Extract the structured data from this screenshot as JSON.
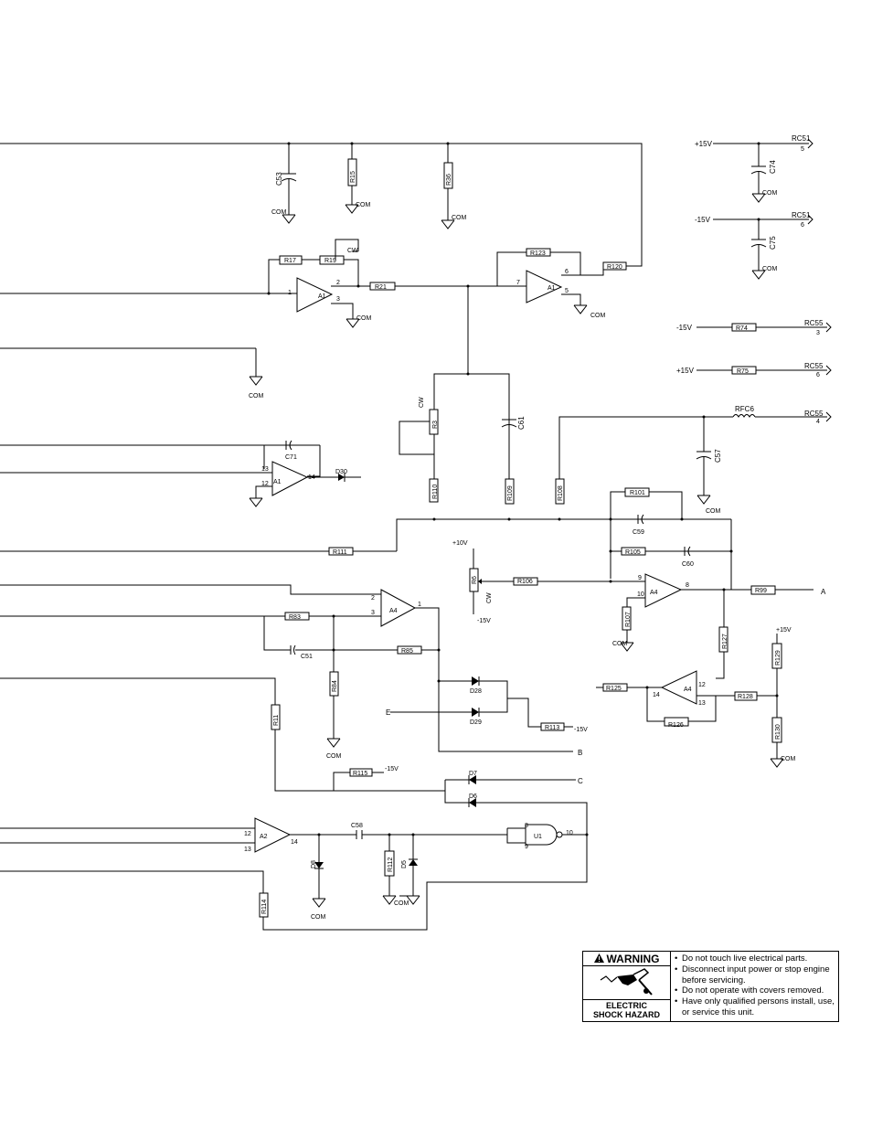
{
  "labels": {
    "p15v_rc51_5": "+15V",
    "rc51_a": "RC51",
    "rc51_pin5": "5",
    "c74": "C74",
    "com_c74": "COM",
    "m15v_rc51_6": "-15V",
    "rc51_b": "RC51",
    "rc51_pin6": "6",
    "c75": "C75",
    "com_c75": "COM",
    "m15v_r74": "-15V",
    "r74": "R74",
    "rc55_a": "RC55",
    "rc55_pin3": "3",
    "p15v_r75": "+15V",
    "r75": "R75",
    "rc55_b": "RC55",
    "rc55_pin6": "6",
    "rfc6": "RFC6",
    "rc55_c": "RC55",
    "rc55_pin4": "4",
    "c57": "C57",
    "com_c57": "COM",
    "c53": "C53",
    "com_c53": "COM",
    "r15": "R15",
    "com_r15": "COM",
    "r36": "R36",
    "com_r36": "COM",
    "r17": "R17",
    "r19": "R19",
    "cw_r19": "CW",
    "a1_top": "A1",
    "a1_pin1": "1",
    "a1_pin2": "2",
    "a1_pin3": "3",
    "com_a1": "COM",
    "r21": "R21",
    "r123": "R123",
    "r120": "R120",
    "a1b": "A1",
    "a1b_pin7": "7",
    "a1b_pin6": "6",
    "a1b_pin5": "5",
    "com_a1b": "COM",
    "com_left": "COM",
    "cw_r3": "CW",
    "r3": "R3",
    "c61": "C61",
    "r110": "R110",
    "r109": "R109",
    "r108": "R108",
    "c71": "C71",
    "a1c": "A1",
    "a1c_pin13": "13",
    "a1c_pin12": "12",
    "a1c_pin14": "14",
    "d30": "D30",
    "r111": "R111",
    "r101": "R101",
    "c59": "C59",
    "r105": "R105",
    "c60": "C60",
    "p10v": "+10V",
    "r6": "R6",
    "cw_r6": "CW",
    "m15v_r6": "-15V",
    "r106": "R106",
    "a4a": "A4",
    "a4a_pin9": "9",
    "a4a_pin10": "10",
    "a4a_pin8": "8",
    "r107": "R107",
    "com_r107": "COM",
    "r99": "R99",
    "out_a": "A",
    "a4b": "A4",
    "a4b_pin2": "2",
    "a4b_pin3": "3",
    "a4b_pin1": "1",
    "r83": "R83",
    "c51": "C51",
    "r85": "R85",
    "r84": "R84",
    "com_r84": "COM",
    "d28": "D28",
    "d29": "D29",
    "in_e": "E",
    "r113": "R113",
    "m15v_r113": "-15V",
    "out_b": "B",
    "r11": "R11",
    "r125": "R125",
    "a4c": "A4",
    "a4c_pin12": "12",
    "a4c_pin13": "13",
    "a4c_pin14": "14",
    "r126": "R126",
    "r127": "R127",
    "r128": "R128",
    "p15v_r129": "+15V",
    "r129": "R129",
    "r130": "R130",
    "com_r130": "COM",
    "r115": "R115",
    "m15v_r115": "-15V",
    "d7": "D7",
    "d6": "D6",
    "out_c": "C",
    "a2": "A2",
    "a2_pin12": "12",
    "a2_pin13": "13",
    "a2_pin14": "14",
    "c58": "C58",
    "u1": "U1",
    "u1_pin8": "8",
    "u1_pin9": "9",
    "u1_pin10": "10",
    "d8": "D8",
    "com_d8": "COM",
    "r112": "R112",
    "d5": "D5",
    "com_r112": "COM",
    "r114": "R114"
  },
  "warning": {
    "title": "WARNING",
    "hazard_line1": "ELECTRIC",
    "hazard_line2": "SHOCK HAZARD",
    "items": [
      "Do not touch live electrical parts.",
      "Disconnect input power or stop engine before servicing.",
      "Do not operate with covers removed.",
      "Have only qualified persons install, use, or service this unit."
    ]
  }
}
